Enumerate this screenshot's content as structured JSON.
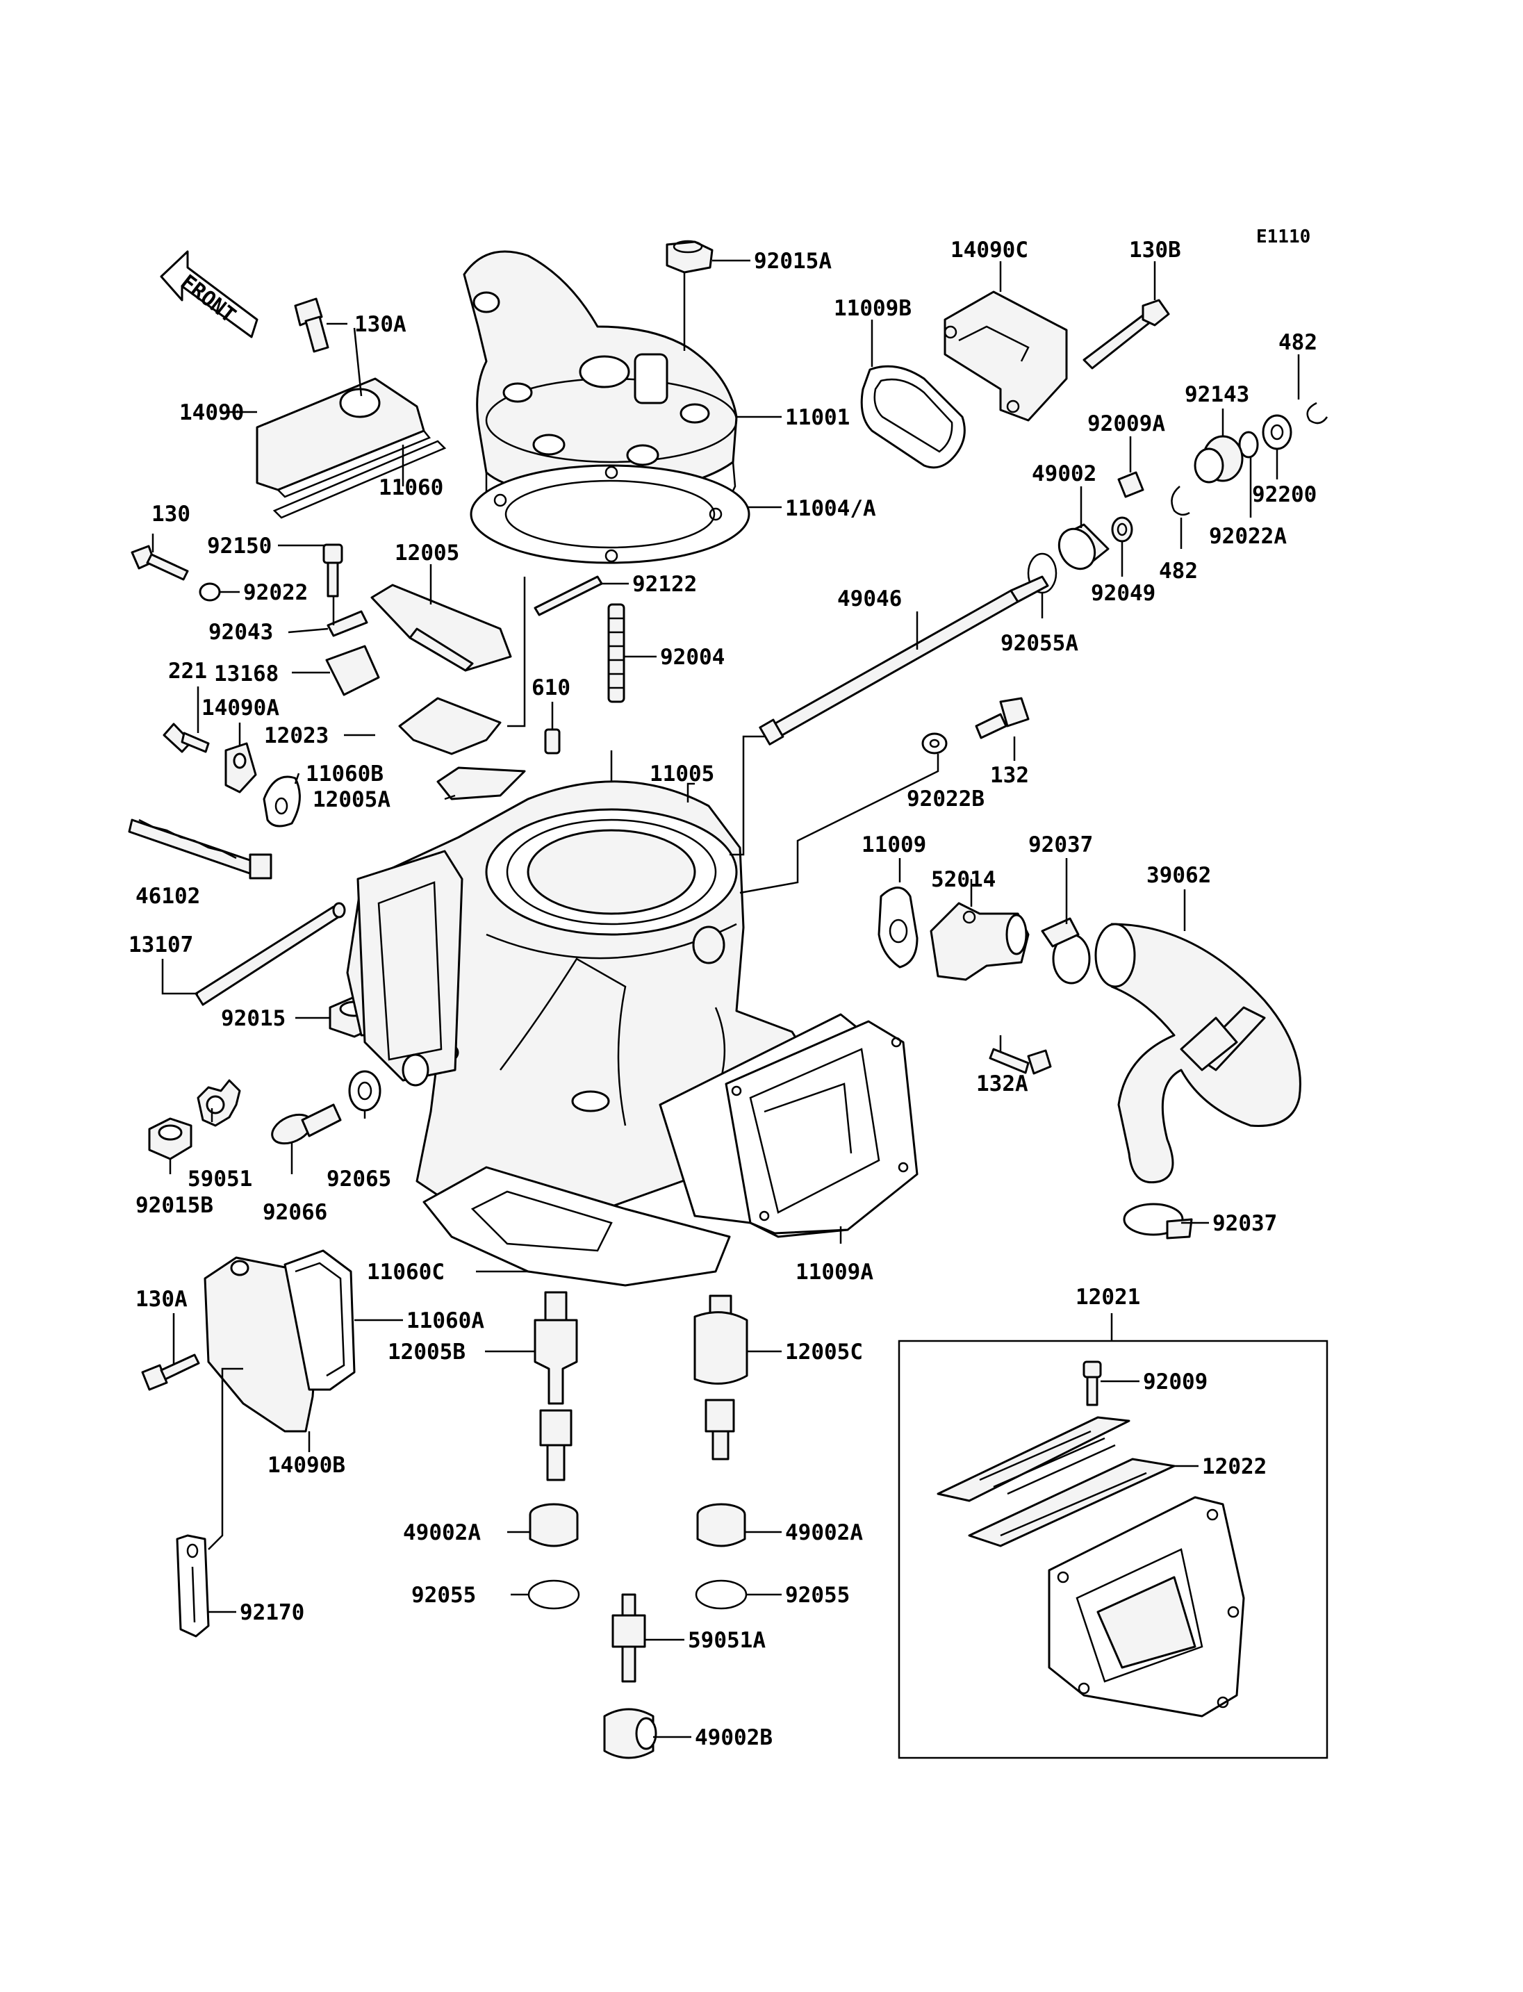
{
  "figure_code": "E1110",
  "front_label": "FRONT",
  "parts": {
    "p92015A": "92015A",
    "p14090C": "14090C",
    "p130B": "130B",
    "p130A_top": "130A",
    "p11009B": "11009B",
    "p482_top": "482",
    "p11001": "11001",
    "p14090": "14090",
    "p92143": "92143",
    "p92009A": "92009A",
    "p11060": "11060",
    "p49002": "49002",
    "p92200": "92200",
    "p11004A": "11004/A",
    "p130": "130",
    "p92150": "92150",
    "p12005": "12005",
    "p92022A": "92022A",
    "p482_mid": "482",
    "p92022": "92022",
    "p92049": "92049",
    "p92122": "92122",
    "p49046": "49046",
    "p92043": "92043",
    "p92055A": "92055A",
    "p221": "221",
    "p13168": "13168",
    "p92004": "92004",
    "p610": "610",
    "p14090A": "14090A",
    "p12023": "12023",
    "p132": "132",
    "p11060B": "11060B",
    "p11005": "11005",
    "p12005A": "12005A",
    "p92022B": "92022B",
    "p11009": "11009",
    "p92037_top": "92037",
    "p46102": "46102",
    "p52014": "52014",
    "p39062": "39062",
    "p13107": "13107",
    "p92015": "92015",
    "p132A": "132A",
    "p59051": "59051",
    "p92065": "92065",
    "p92015B": "92015B",
    "p92066": "92066",
    "p92037_bot": "92037",
    "p11060C": "11060C",
    "p11009A": "11009A",
    "p12021": "12021",
    "p130A_bot": "130A",
    "p11060A": "11060A",
    "p12005B": "12005B",
    "p12005C": "12005C",
    "p92009": "92009",
    "p14090B": "14090B",
    "p12022": "12022",
    "p49002A_l": "49002A",
    "p49002A_r": "49002A",
    "p92055_l": "92055",
    "p92055_r": "92055",
    "p92170": "92170",
    "p59051A": "59051A",
    "p49002B": "49002B"
  }
}
